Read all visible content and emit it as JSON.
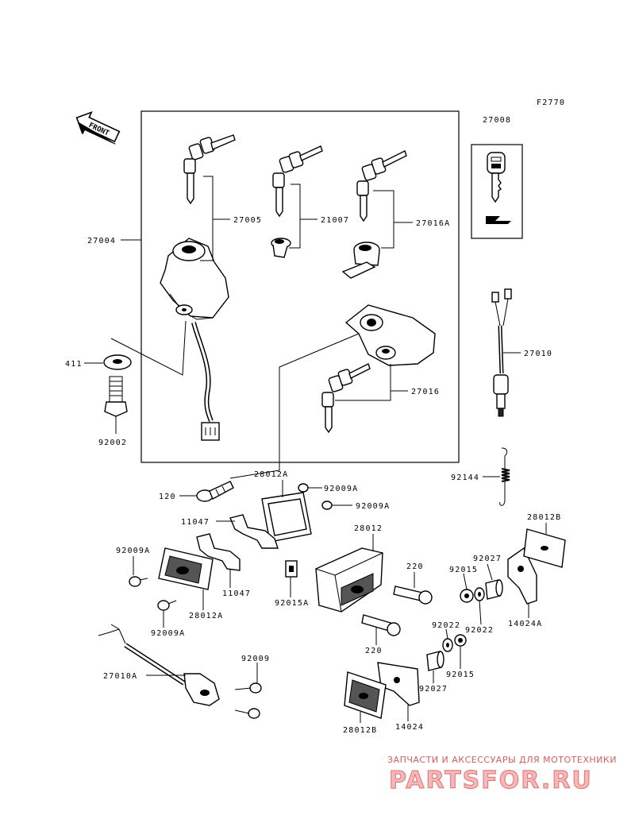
{
  "diagram": {
    "figure_code": "F2770",
    "front_label": "FRONT"
  },
  "labels": {
    "p27008": "27008",
    "p27005": "27005",
    "p21007": "21007",
    "p27016A": "27016A",
    "p27004": "27004",
    "p27010": "27010",
    "p411": "411",
    "p27016": "27016",
    "p92002": "92002",
    "p120": "120",
    "p28012A_top": "28012A",
    "p92009A_1": "92009A",
    "p92009A_2": "92009A",
    "p92144": "92144",
    "p11047_top": "11047",
    "p28012": "28012",
    "p28012B_right": "28012B",
    "p92009A_left": "92009A",
    "p92027_top": "92027",
    "p220_top": "220",
    "p92015": "92015",
    "p11047_bottom": "11047",
    "p92015A": "92015A",
    "p28012A_bottom": "28012A",
    "p14024A": "14024A",
    "p92022_right": "92022",
    "p92009A_bottom": "92009A",
    "p92022_mid": "92022",
    "p220_bottom": "220",
    "p92009": "92009",
    "p27010A": "27010A",
    "p92015_bottom": "92015",
    "p92027_bottom": "92027",
    "p28012B_bottom": "28012B",
    "p14024": "14024"
  },
  "watermark": {
    "tagline": "ЗАПЧАСТИ И АКСЕССУАРЫ ДЛЯ МОТОТЕХНИКИ",
    "brand": "PARTSFOR.RU"
  }
}
